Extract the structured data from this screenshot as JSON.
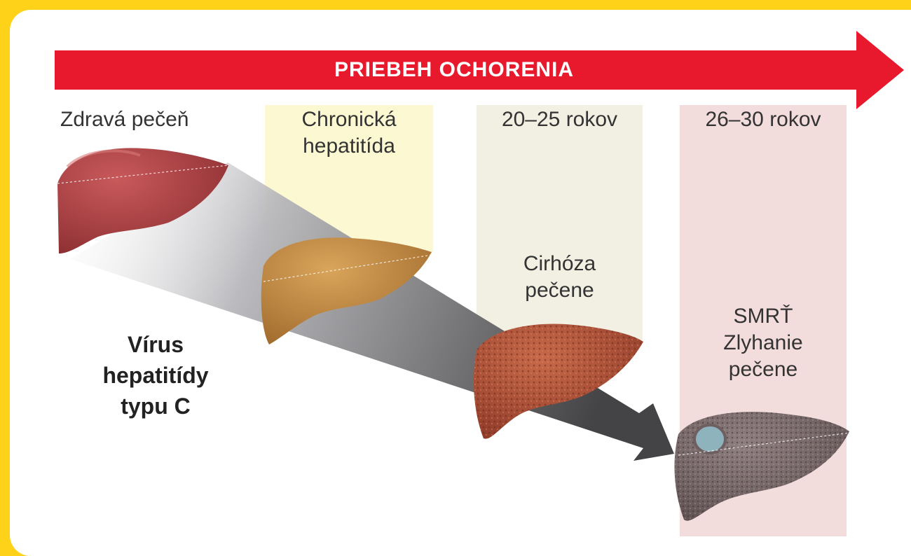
{
  "arrow": {
    "title": "PRIEBEH OCHORENIA",
    "color": "#e8192c"
  },
  "stages": {
    "healthy": "Zdravá pečeň",
    "chronic_line1": "Chronická",
    "chronic_line2": "hepatitída",
    "years_20_25": "20–25 rokov",
    "years_26_30": "26–30 rokov"
  },
  "cirrhosis": {
    "line1": "Cirhóza",
    "line2": "pečene"
  },
  "death": {
    "line1": "SMRŤ",
    "line2": "Zlyhanie",
    "line3": "pečene"
  },
  "virus": {
    "line1": "Vírus",
    "line2": "hepatitídy",
    "line3": "typu C"
  },
  "colors": {
    "frame": "#ffd21a",
    "band_chronic": "#fcf8d2",
    "band_cirrhosis": "#f2efe3",
    "band_death": "#f3dcdc",
    "liver_healthy": "#a63a3c",
    "liver_chronic": "#c08a45",
    "liver_cirrhosis": "#b5583c",
    "liver_failure": "#7b6a6a"
  }
}
